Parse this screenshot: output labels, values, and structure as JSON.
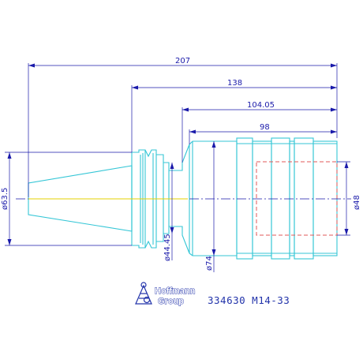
{
  "dimensions": {
    "total_length": "207",
    "length_138": "138",
    "length_104_05": "104.05",
    "length_98": "98",
    "dia_63_5": "ø63.5",
    "dia_44_45": "ø44.45",
    "dia_74": "ø74",
    "dia_48": "ø48"
  },
  "title_block": {
    "logo_line1": "Hoffmann",
    "logo_line2": "Group",
    "part_code": "334630  M14-33"
  },
  "colors": {
    "part_outline": "#34c6d6",
    "dimension": "#1a1aaa",
    "hidden_line": "#e05a5a",
    "axis_highlight": "#e6d200"
  }
}
